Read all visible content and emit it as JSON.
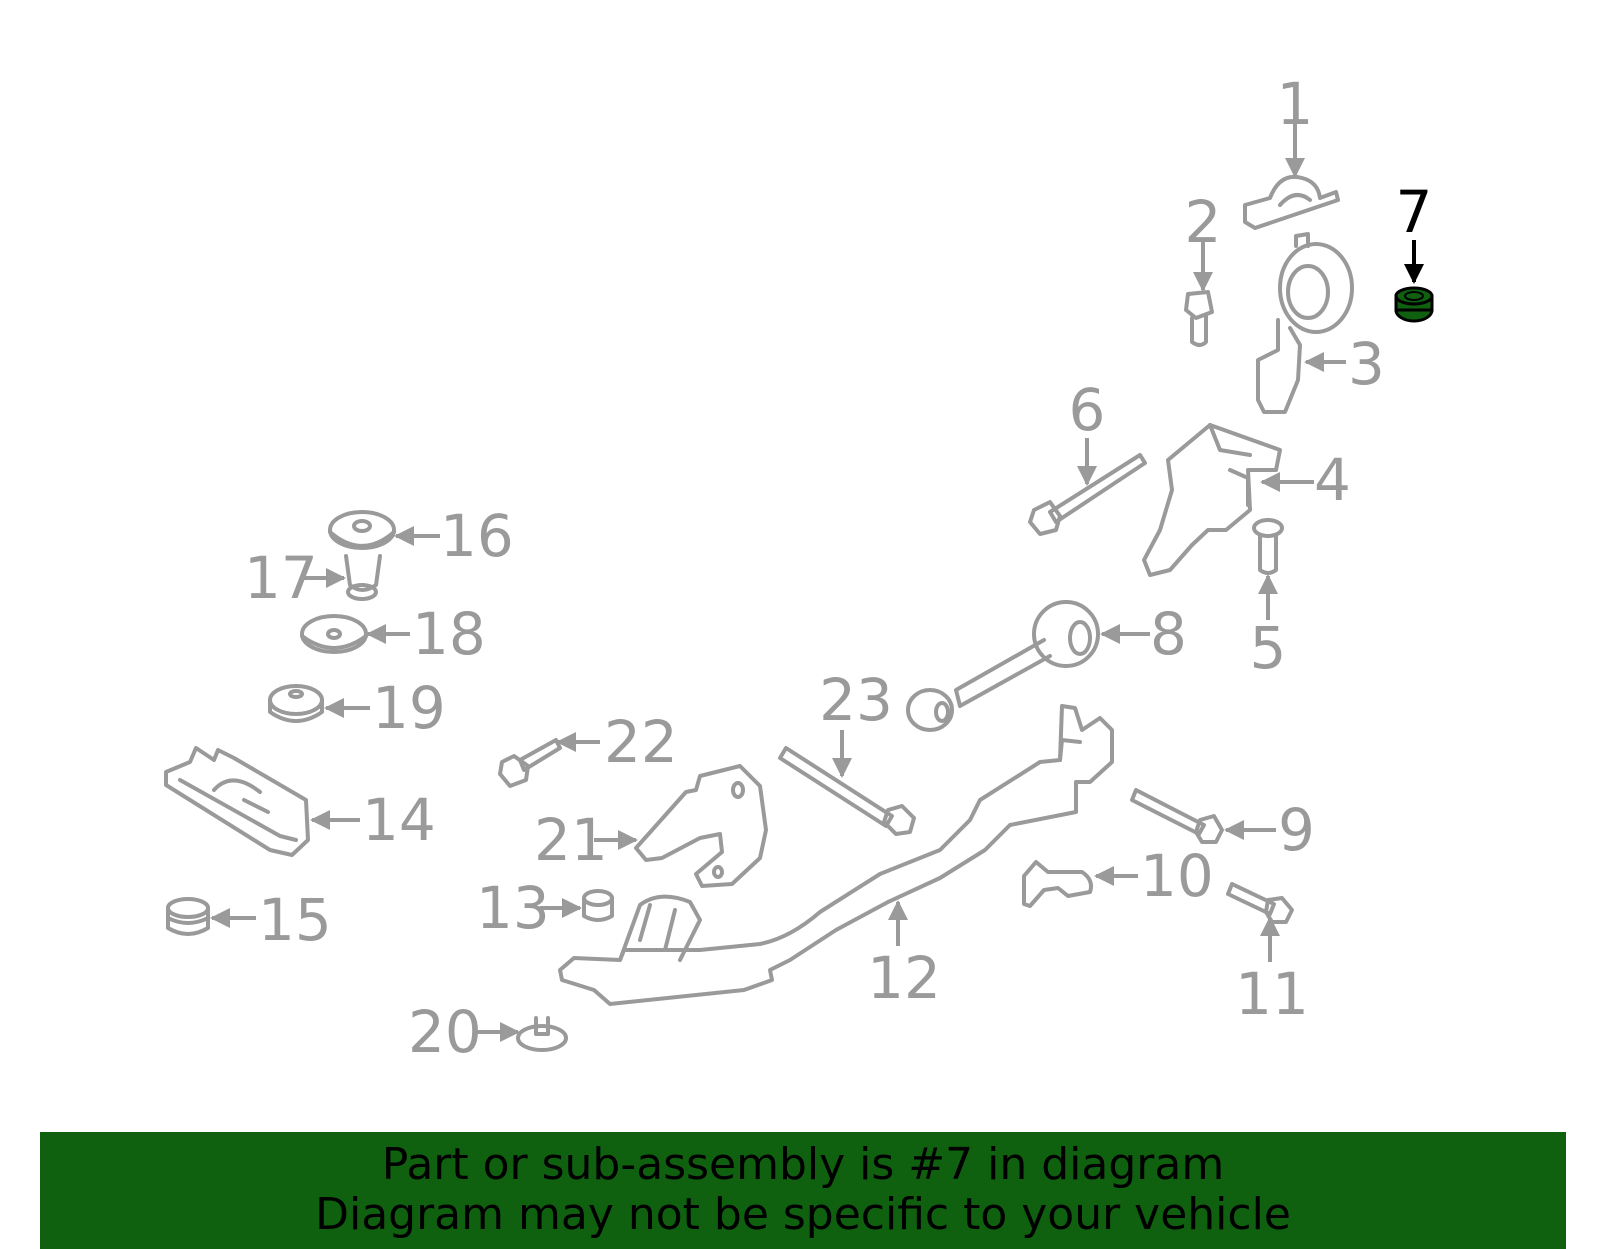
{
  "diagram": {
    "highlight_part": "7",
    "colors": {
      "part_stroke": "#9a9a9a",
      "highlight_fill": "#0f600f",
      "highlight_label": "#000000"
    },
    "callouts": [
      {
        "id": "1",
        "label": "1"
      },
      {
        "id": "2",
        "label": "2"
      },
      {
        "id": "3",
        "label": "3"
      },
      {
        "id": "4",
        "label": "4"
      },
      {
        "id": "5",
        "label": "5"
      },
      {
        "id": "6",
        "label": "6"
      },
      {
        "id": "7",
        "label": "7"
      },
      {
        "id": "8",
        "label": "8"
      },
      {
        "id": "9",
        "label": "9"
      },
      {
        "id": "10",
        "label": "10"
      },
      {
        "id": "11",
        "label": "11"
      },
      {
        "id": "12",
        "label": "12"
      },
      {
        "id": "13",
        "label": "13"
      },
      {
        "id": "14",
        "label": "14"
      },
      {
        "id": "15",
        "label": "15"
      },
      {
        "id": "16",
        "label": "16"
      },
      {
        "id": "17",
        "label": "17"
      },
      {
        "id": "18",
        "label": "18"
      },
      {
        "id": "19",
        "label": "19"
      },
      {
        "id": "20",
        "label": "20"
      },
      {
        "id": "21",
        "label": "21"
      },
      {
        "id": "22",
        "label": "22"
      },
      {
        "id": "23",
        "label": "23"
      }
    ]
  },
  "banner": {
    "line1": "Part or sub-assembly is #7 in diagram",
    "line2": "Diagram may not be specific to your vehicle",
    "background": "#0f600f"
  }
}
